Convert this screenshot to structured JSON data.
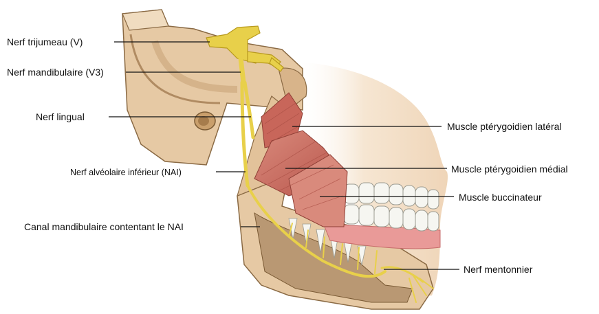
{
  "labels": {
    "trigeminal_nerve": "Nerf trijumeau (V)",
    "mandibular_nerve": "Nerf mandibulaire (V3)",
    "lingual_nerve": "Nerf lingual",
    "inferior_alveolar_nerve": "Nerf alvéolaire inférieur (NAI)",
    "mandibular_canal": "Canal mandibulaire contentant le NAI",
    "lateral_pterygoid": "Muscle ptérygoidien latéral",
    "medial_pterygoid": "Muscle ptérygoidien médial",
    "buccinator": "Muscle buccinateur",
    "mental_nerve": "Nerf mentonnier"
  },
  "colors": {
    "nerve": "#e8d04a",
    "nerve_outline": "#b89a1e",
    "bone": "#e6c9a4",
    "bone_dark": "#c9a57a",
    "muscle": "#c8665a",
    "muscle_light": "#d98a7c",
    "gum": "#e99a98",
    "tooth": "#f6f6f1",
    "skin": "#f3dfc8",
    "leader": "#111111"
  }
}
